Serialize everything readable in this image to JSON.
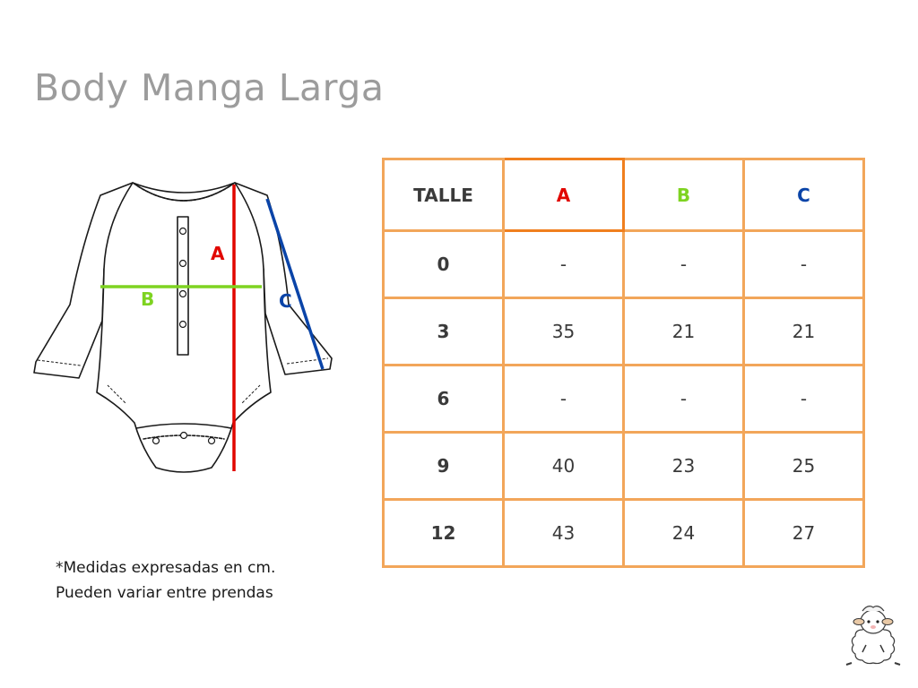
{
  "title": "Body Manga Larga",
  "colors": {
    "a": "#e10600",
    "b": "#7ed321",
    "c": "#0a44a8",
    "table_border": "#f2a65a",
    "title": "#9c9c9c"
  },
  "diagram": {
    "label_a": "A",
    "label_b": "B",
    "label_c": "C"
  },
  "table": {
    "header": [
      "TALLE",
      "A",
      "B",
      "C"
    ],
    "rows": [
      {
        "size": "0",
        "a": "-",
        "b": "-",
        "c": "-"
      },
      {
        "size": "3",
        "a": "35",
        "b": "21",
        "c": "21"
      },
      {
        "size": "6",
        "a": "-",
        "b": "-",
        "c": "-"
      },
      {
        "size": "9",
        "a": "40",
        "b": "23",
        "c": "25"
      },
      {
        "size": "12",
        "a": "43",
        "b": "24",
        "c": "27"
      }
    ]
  },
  "note": {
    "line1": "*Medidas expresadas en cm.",
    "line2": "Pueden variar entre prendas"
  }
}
